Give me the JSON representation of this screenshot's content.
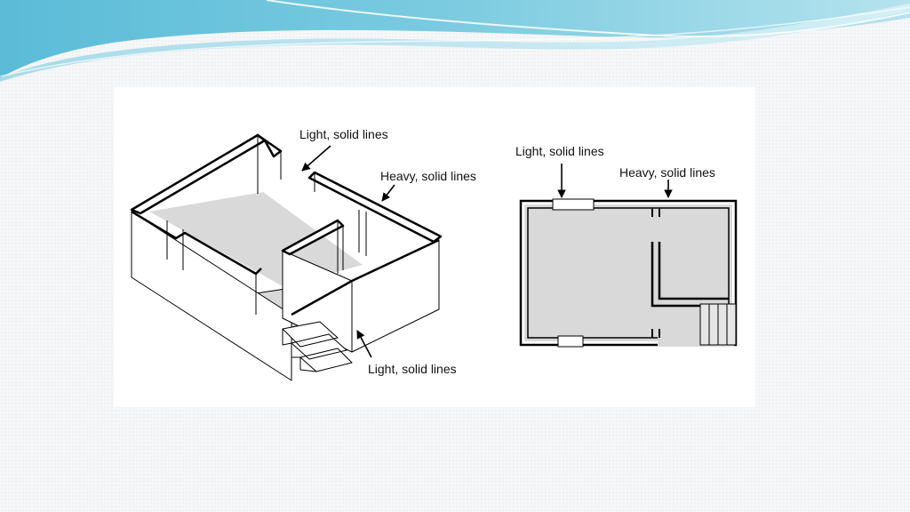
{
  "colors": {
    "wave_dark": "#4fb6d6",
    "wave_light": "#a9ddea",
    "floor_fill": "#d9d9d9",
    "wall_fill": "#ffffff",
    "line_color": "#000000"
  },
  "isometric_view": {
    "callouts": [
      {
        "text": "Light, solid lines"
      },
      {
        "text": "Heavy, solid lines"
      },
      {
        "text": "Light, solid lines"
      }
    ]
  },
  "plan_view": {
    "callouts": [
      {
        "text": "Light, solid lines"
      },
      {
        "text": "Heavy, solid lines"
      }
    ]
  }
}
